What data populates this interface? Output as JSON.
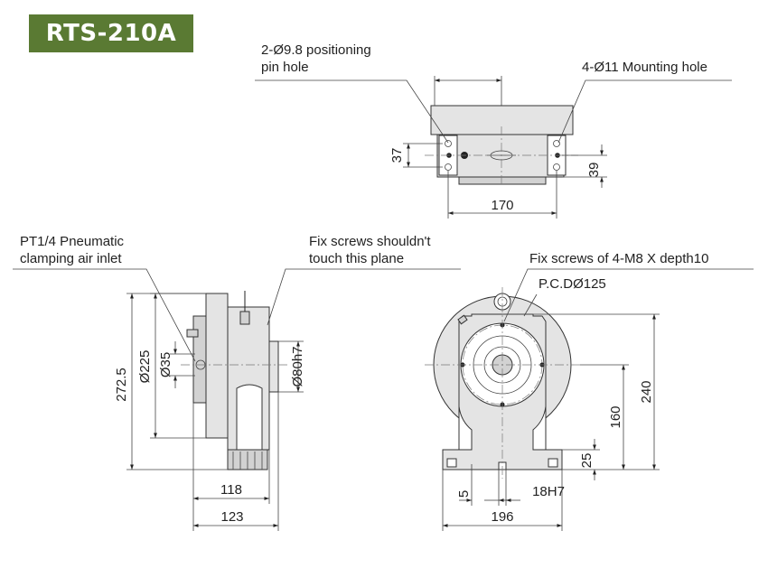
{
  "title": "RTS-210A",
  "colors": {
    "badge_bg": "#5a7a33",
    "badge_text": "#ffffff",
    "part_fill": "#e4e4e4",
    "line": "#222222"
  },
  "callouts": {
    "positioning_pin": [
      "2-Ø9.8 positioning",
      "pin hole"
    ],
    "mounting_hole": "4-Ø11 Mounting hole",
    "pneumatic_inlet": [
      "PT1/4 Pneumatic",
      "clamping air inlet"
    ],
    "fix_screws_plane": [
      "Fix screws shouldn't",
      "touch this plane"
    ],
    "fix_screws_depth": "Fix screws of 4-M8 X depth10",
    "pcd": "P.C.DØ125"
  },
  "dimensions": {
    "top_height_left": "37",
    "top_height_right": "39",
    "top_width": "170",
    "side_overall_height": "272.5",
    "side_diameter_body": "Ø225",
    "side_diameter_bore": "Ø35",
    "side_diameter_spigot": "Ø80h7",
    "side_width_inner": "118",
    "side_width_outer": "123",
    "front_height_total": "240",
    "front_center_height": "160",
    "front_base_height": "25",
    "front_key_offset": "5",
    "front_keyway": "18H7",
    "front_base_width": "196"
  }
}
